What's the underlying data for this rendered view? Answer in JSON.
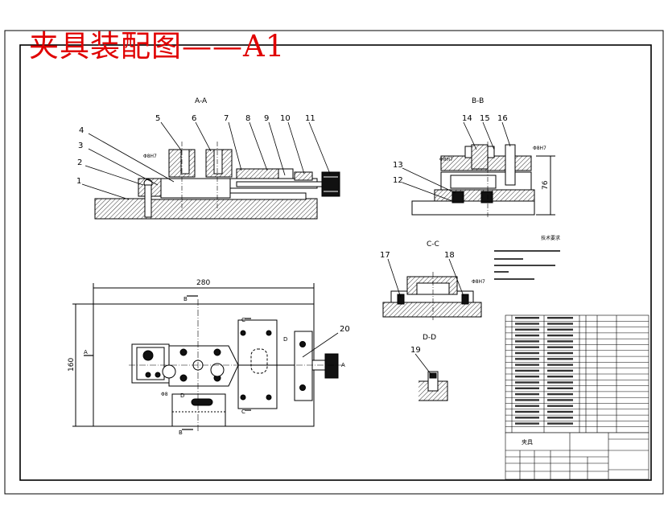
{
  "title": "夹具装配图——A1",
  "views": {
    "aa": "A-A",
    "bb": "B-B",
    "cc": "C-C",
    "dd": "D-D"
  },
  "balloons": [
    "1",
    "2",
    "3",
    "4",
    "5",
    "6",
    "7",
    "8",
    "9",
    "10",
    "11",
    "12",
    "13",
    "14",
    "15",
    "16",
    "17",
    "18",
    "19",
    "20"
  ],
  "dimensions": {
    "width": "280",
    "height": "160",
    "bb_height": "76"
  },
  "section_marks": {
    "a_left": "A",
    "a_right": "A",
    "b_top": "B",
    "b_bottom": "B",
    "c_top": "C",
    "c_bottom": "C",
    "d_top": "D",
    "d_right": "D"
  },
  "notes_title": "技术要求",
  "title_block_label": "夹具"
}
